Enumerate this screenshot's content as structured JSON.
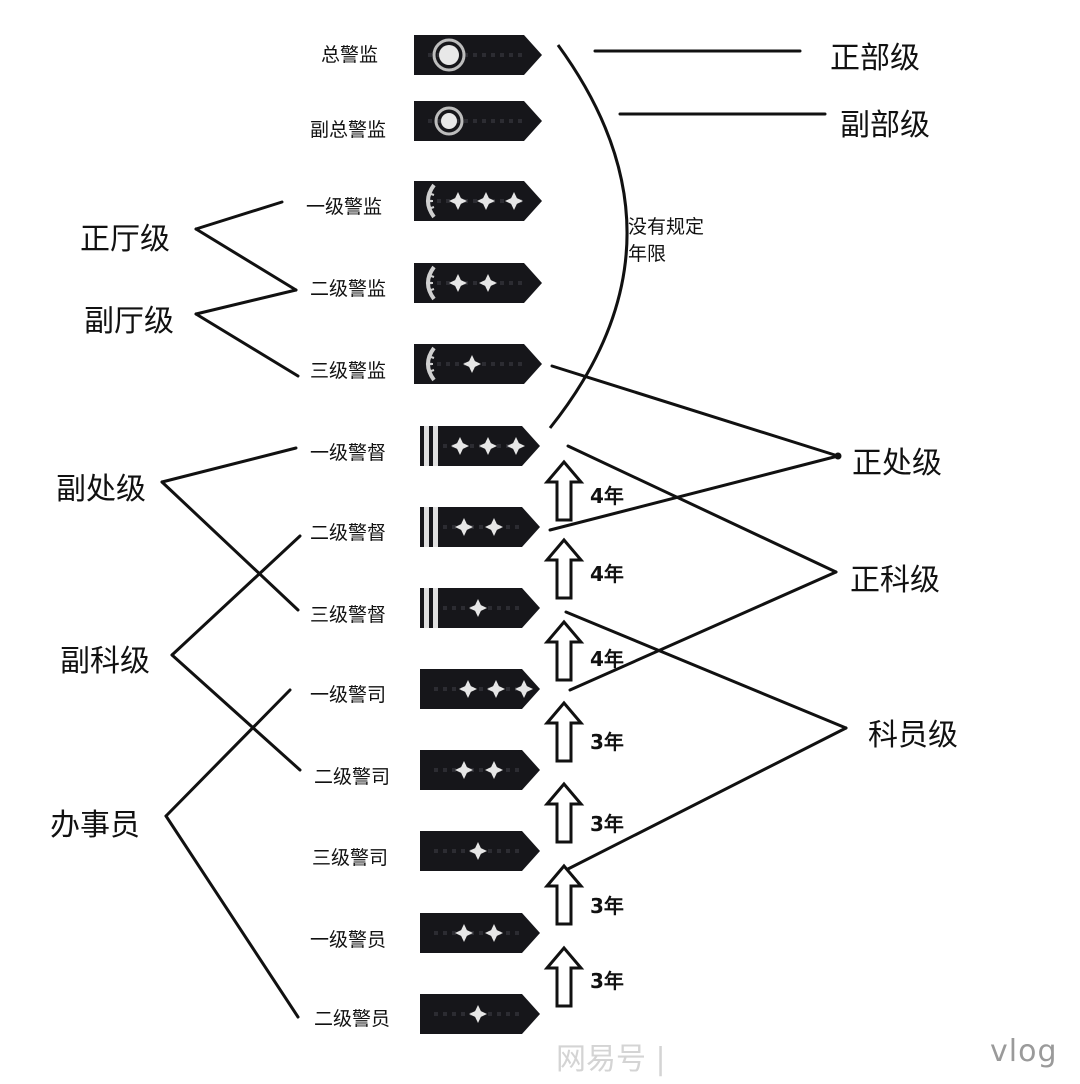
{
  "ranks": [
    {
      "label": "总警监",
      "insignia": "wreath-badge"
    },
    {
      "label": "副总警监",
      "insignia": "wreath-badge-small"
    },
    {
      "label": "一级警监",
      "insignia": "olive-branch-3-stars"
    },
    {
      "label": "二级警监",
      "insignia": "olive-branch-2-stars"
    },
    {
      "label": "三级警监",
      "insignia": "olive-branch-1-star"
    },
    {
      "label": "一级警督",
      "insignia": "two-bars-3-stars"
    },
    {
      "label": "二级警督",
      "insignia": "two-bars-2-stars"
    },
    {
      "label": "三级警督",
      "insignia": "two-bars-1-star"
    },
    {
      "label": "一级警司",
      "insignia": "3-stars"
    },
    {
      "label": "二级警司",
      "insignia": "2-stars"
    },
    {
      "label": "三级警司",
      "insignia": "1-star"
    },
    {
      "label": "一级警员",
      "insignia": "2-stars"
    },
    {
      "label": "二级警员",
      "insignia": "1-star"
    }
  ],
  "left_groups": [
    "正厅级",
    "副厅级",
    "副处级",
    "副科级",
    "办事员"
  ],
  "right_groups": [
    "正部级",
    "副部级",
    "正处级",
    "正科级",
    "科员级"
  ],
  "promotion_years": [
    "4年",
    "4年",
    "4年",
    "3年",
    "3年",
    "3年",
    "3年"
  ],
  "note": [
    "没有规定",
    "年限"
  ],
  "watermark": "网易号 |",
  "watermark_right": "vlog",
  "colors": {
    "epaulette": "#16161a",
    "star": "#e6e6e6",
    "line": "#111111"
  }
}
